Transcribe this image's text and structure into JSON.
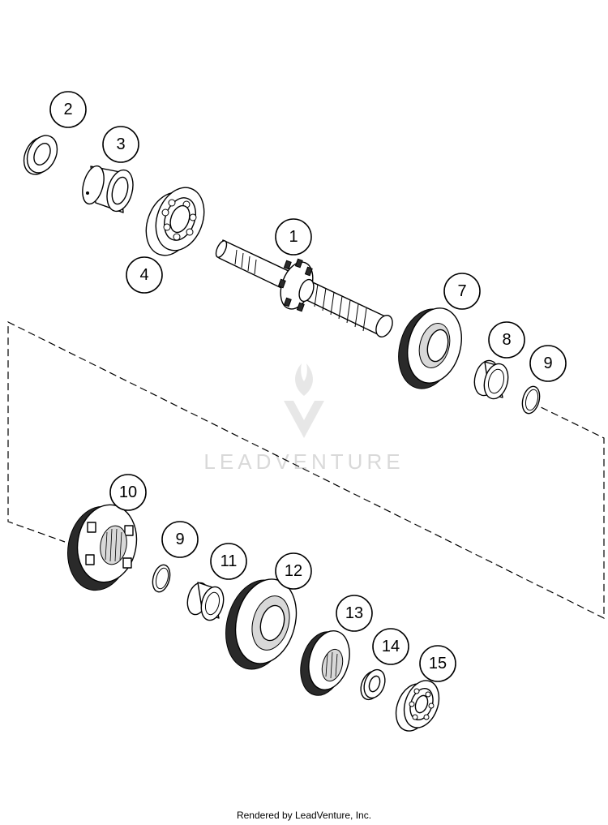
{
  "watermark": {
    "text": "LEADVENTURE"
  },
  "footer": {
    "text": "Rendered by LeadVenture, Inc."
  },
  "callouts": [
    {
      "id": "c1",
      "label": "1"
    },
    {
      "id": "c2",
      "label": "2"
    },
    {
      "id": "c3",
      "label": "3"
    },
    {
      "id": "c4",
      "label": "4"
    },
    {
      "id": "c7",
      "label": "7"
    },
    {
      "id": "c8",
      "label": "8"
    },
    {
      "id": "c9a",
      "label": "9"
    },
    {
      "id": "c10",
      "label": "10"
    },
    {
      "id": "c9b",
      "label": "9"
    },
    {
      "id": "c11",
      "label": "11"
    },
    {
      "id": "c12",
      "label": "12"
    },
    {
      "id": "c13",
      "label": "13"
    },
    {
      "id": "c14",
      "label": "14"
    },
    {
      "id": "c15",
      "label": "15"
    }
  ]
}
